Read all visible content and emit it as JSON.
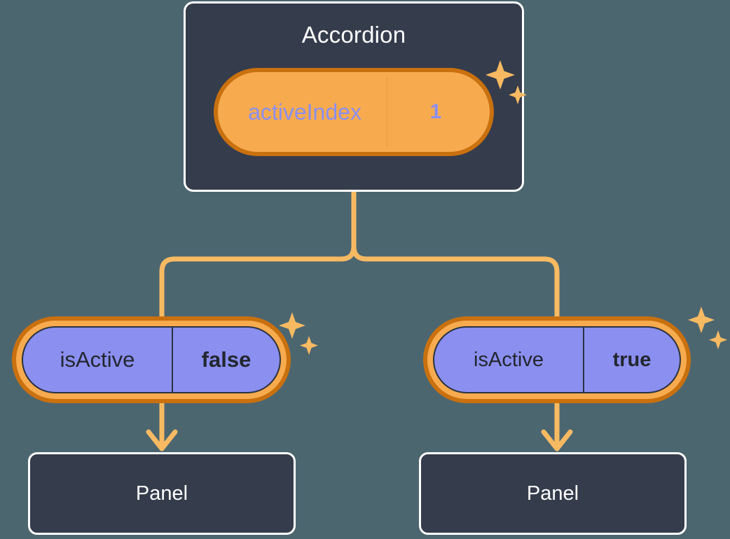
{
  "theme": {
    "background": "#4c6670",
    "card_fill": "#353c4c",
    "card_border": "#ffffff",
    "ring_outer": "#c9700f",
    "ring_inner": "#f7ab4e",
    "connector": "#f7ba62",
    "accent_purple": "#8b8ff0",
    "chip_text_dark": "#22272f"
  },
  "tree": {
    "root": {
      "title": "Accordion",
      "state_chip": {
        "key": "activeIndex",
        "value": "1"
      }
    },
    "children": [
      {
        "prop_chip": {
          "key": "isActive",
          "value": "false"
        },
        "panel": {
          "title": "Panel"
        }
      },
      {
        "prop_chip": {
          "key": "isActive",
          "value": "true"
        },
        "panel": {
          "title": "Panel"
        }
      }
    ]
  },
  "decorations": {
    "sparkle_icon": "sparkle-icon",
    "sparkle_count": 3
  }
}
